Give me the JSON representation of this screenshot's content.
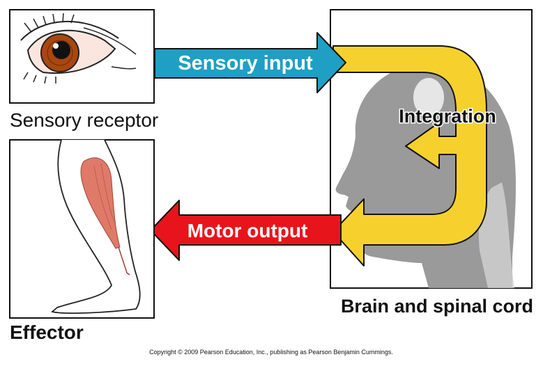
{
  "labels": {
    "sensory_receptor": "Sensory receptor",
    "effector": "Effector",
    "brain": "Brain and spinal cord",
    "integration": "Integration",
    "sensory_input": "Sensory input",
    "motor_output": "Motor output"
  },
  "copyright": "Copyright © 2009 Pearson Education, Inc., publishing as Pearson Benjamin Cummings.",
  "colors": {
    "sensory_arrow": "#1f9fc4",
    "motor_arrow": "#e8141c",
    "integration_loop": "#f6d12e",
    "head": "#9a9a9a",
    "iris": "#a8470f",
    "muscle": "#e07a68"
  }
}
